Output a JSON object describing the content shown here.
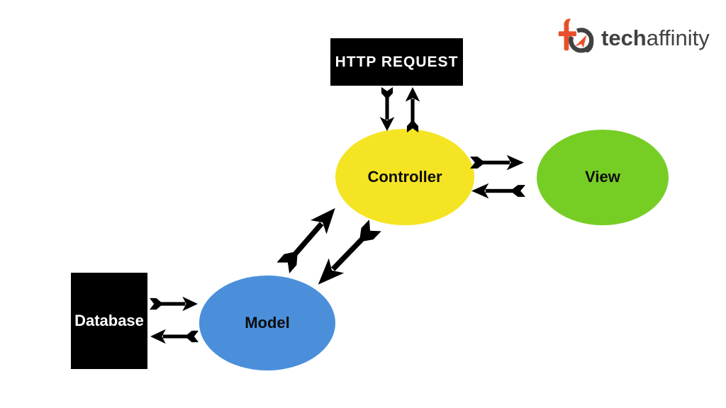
{
  "page": {
    "background": "#ffffff",
    "description": "MVC architecture flow diagram"
  },
  "logo": {
    "brand_bold": "tech",
    "brand_light": "affinity",
    "text_color": "#414042",
    "icon_orange": "#E8502B",
    "icon_dark": "#414042"
  },
  "diagram": {
    "arrow_color": "#000000",
    "nodes": {
      "http_request": {
        "label": "HTTP REQUEST",
        "shape": "rectangle",
        "fill": "#000000",
        "text_color": "#ffffff"
      },
      "controller": {
        "label": "Controller",
        "shape": "ellipse",
        "fill": "#F5E423",
        "text_color": "#0d0d0d"
      },
      "view": {
        "label": "View",
        "shape": "ellipse",
        "fill": "#76CE25",
        "text_color": "#0d0d0d"
      },
      "model": {
        "label": "Model",
        "shape": "ellipse",
        "fill": "#4B8FDB",
        "text_color": "#0d0d0d"
      },
      "database": {
        "label": "Database",
        "shape": "rectangle",
        "fill": "#000000",
        "text_color": "#ffffff"
      }
    },
    "edges": [
      {
        "from": "http_request",
        "to": "controller",
        "direction": "down"
      },
      {
        "from": "controller",
        "to": "http_request",
        "direction": "up"
      },
      {
        "from": "controller",
        "to": "view",
        "direction": "right"
      },
      {
        "from": "view",
        "to": "controller",
        "direction": "left"
      },
      {
        "from": "model",
        "to": "controller",
        "direction": "up-right"
      },
      {
        "from": "controller",
        "to": "model",
        "direction": "down-left"
      },
      {
        "from": "database",
        "to": "model",
        "direction": "right"
      },
      {
        "from": "model",
        "to": "database",
        "direction": "left"
      }
    ]
  }
}
